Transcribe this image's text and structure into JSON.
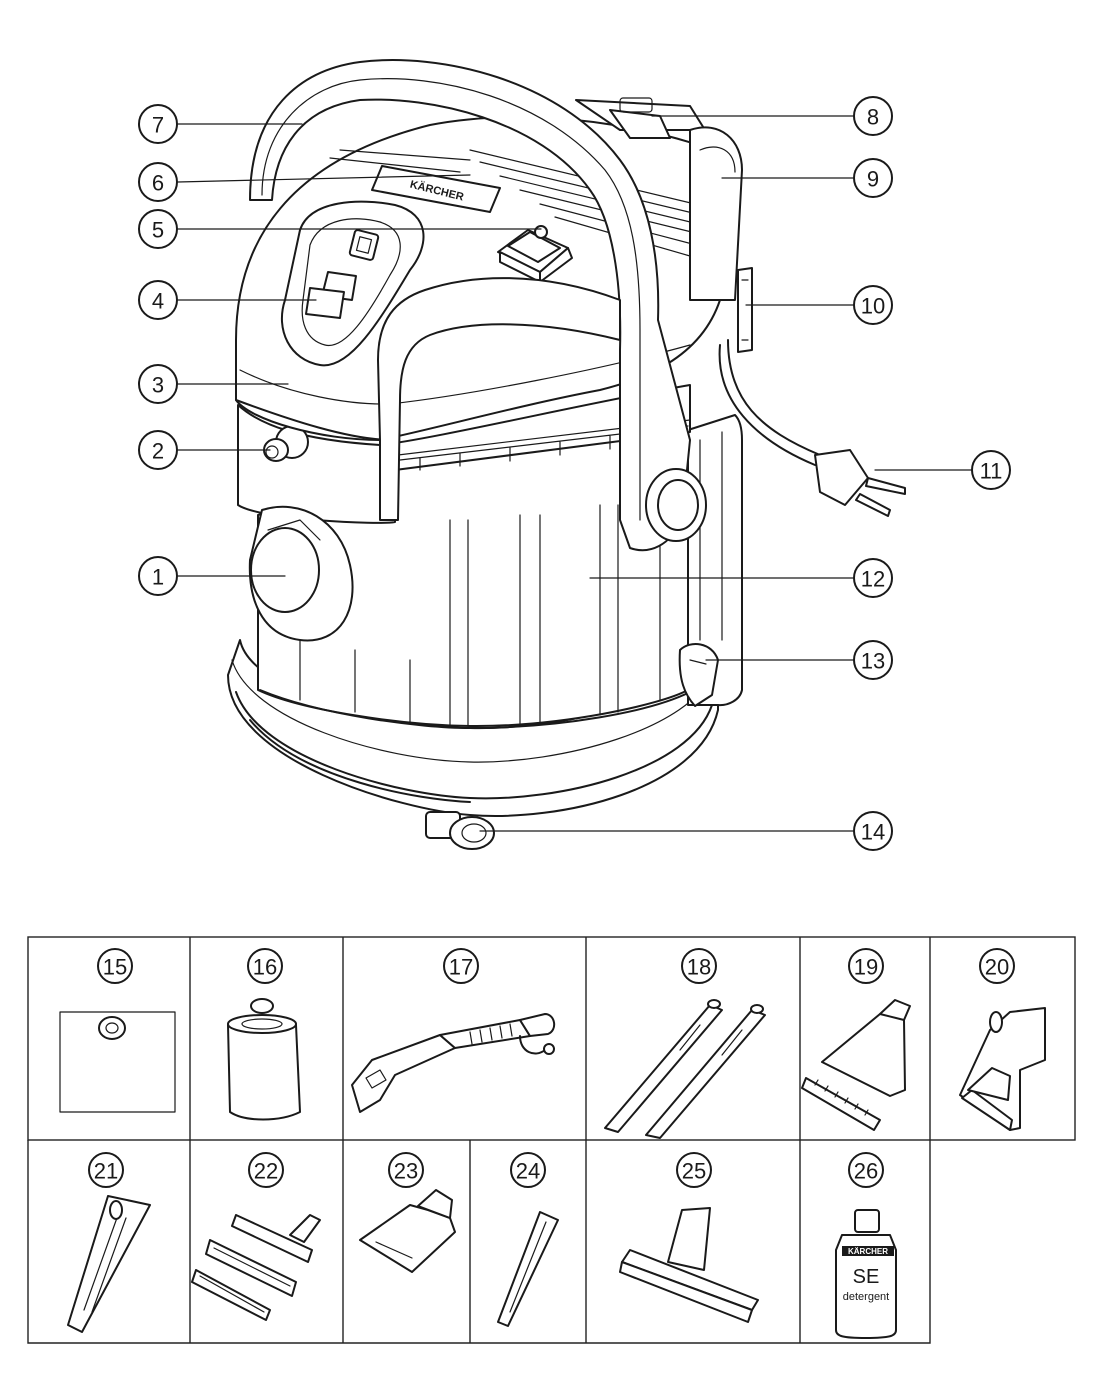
{
  "callouts": [
    {
      "n": "1"
    },
    {
      "n": "2"
    },
    {
      "n": "3"
    },
    {
      "n": "4"
    },
    {
      "n": "5"
    },
    {
      "n": "6"
    },
    {
      "n": "7"
    },
    {
      "n": "8"
    },
    {
      "n": "9"
    },
    {
      "n": "10"
    },
    {
      "n": "11"
    },
    {
      "n": "12"
    },
    {
      "n": "13"
    },
    {
      "n": "14"
    }
  ],
  "accessories": [
    {
      "n": "15",
      "icon": "filter-bag-icon"
    },
    {
      "n": "16",
      "icon": "filter-insert-icon"
    },
    {
      "n": "17",
      "icon": "spray-hose-icon"
    },
    {
      "n": "18",
      "icon": "suction-tubes-icon"
    },
    {
      "n": "19",
      "icon": "spray-suction-nozzle-icon"
    },
    {
      "n": "20",
      "icon": "hand-nozzle-icon"
    },
    {
      "n": "21",
      "icon": "crevice-spray-nozzle-icon"
    },
    {
      "n": "22",
      "icon": "floor-nozzle-icon"
    },
    {
      "n": "23",
      "icon": "upholstery-nozzle-icon"
    },
    {
      "n": "24",
      "icon": "crevice-nozzle-icon"
    },
    {
      "n": "25",
      "icon": "wide-nozzle-icon"
    },
    {
      "n": "26",
      "icon": "detergent-bottle-icon"
    }
  ],
  "bottle": {
    "brand": "KÄRCHER",
    "product": "SE",
    "subtitle": "detergent"
  },
  "device_logo": "KÄRCHER"
}
